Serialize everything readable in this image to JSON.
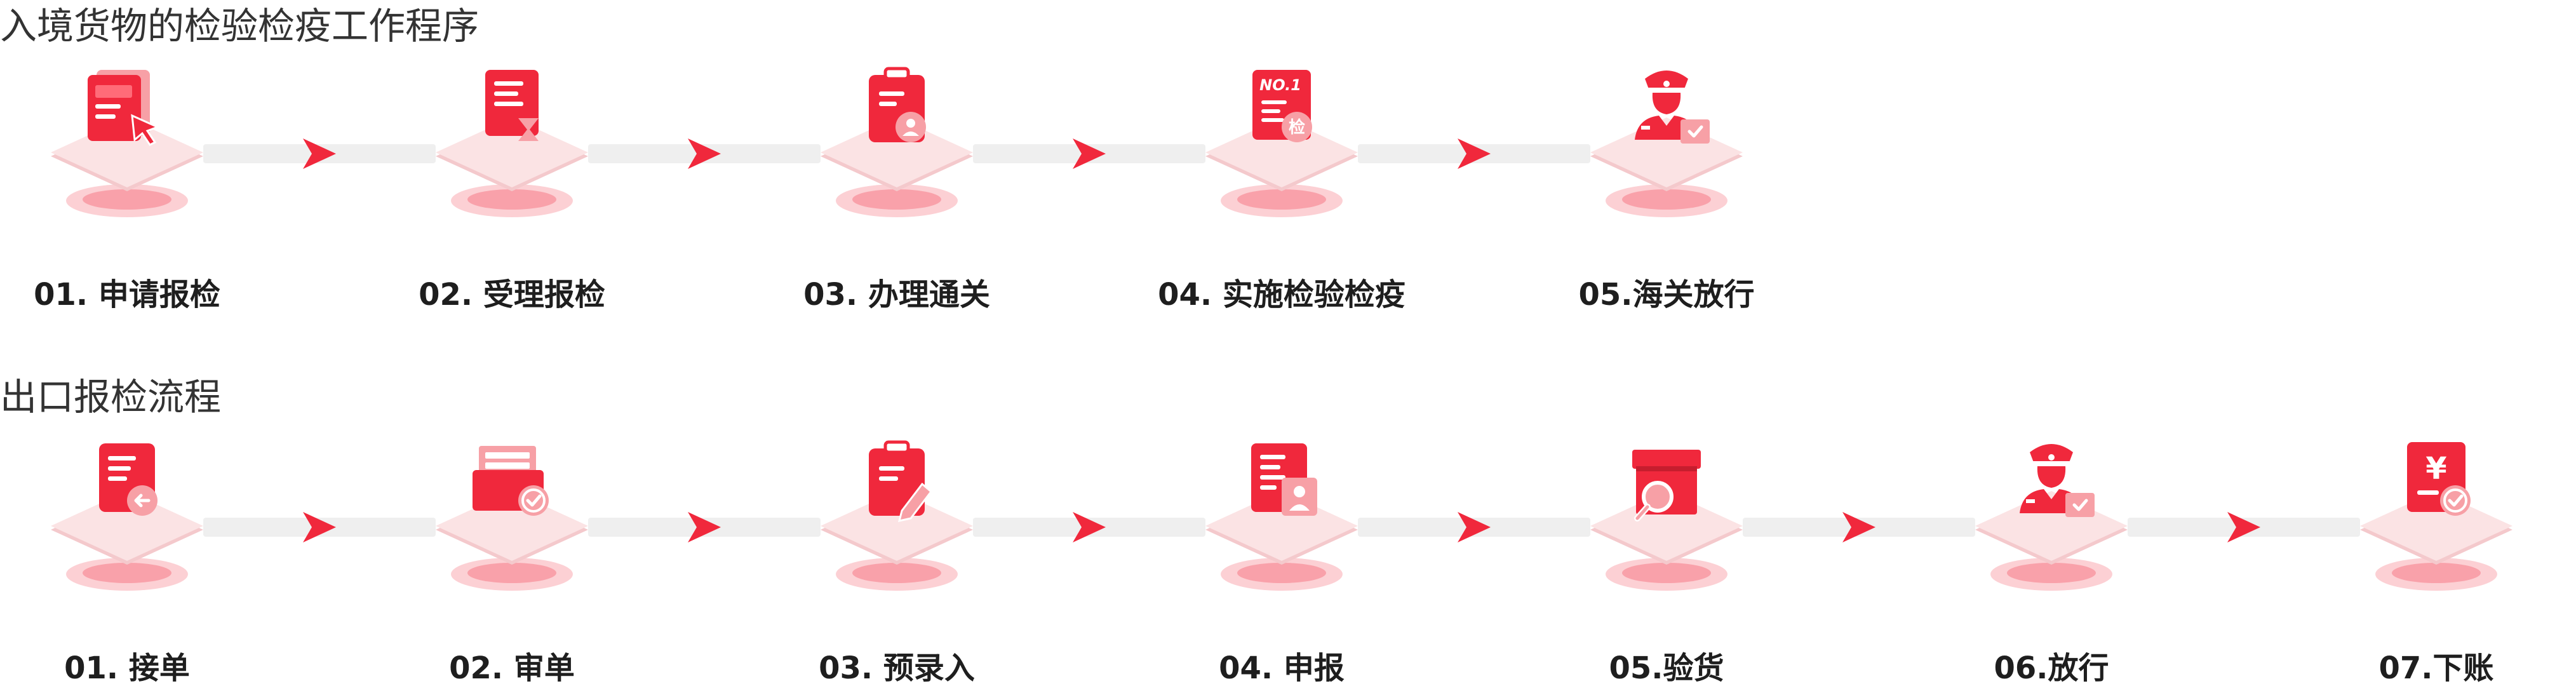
{
  "colors": {
    "accent": "#f0283c",
    "accent_light": "#f7a0a6",
    "platform": "#fbe3e4",
    "track": "#efefef",
    "title": "#333333",
    "label": "#1e1e1e"
  },
  "sections": [
    {
      "title": "入境货物的检验检疫工作程序",
      "steps": [
        {
          "label": "01. 申请报检",
          "icon": "document-pointer-icon"
        },
        {
          "label": "02. 受理报检",
          "icon": "document-hourglass-icon"
        },
        {
          "label": "03. 办理通关",
          "icon": "clipboard-person-icon"
        },
        {
          "label": "04. 实施检验检疫",
          "icon": "no1-inspection-document-icon"
        },
        {
          "label": "05.海关放行",
          "icon": "customs-officer-icon"
        }
      ]
    },
    {
      "title": "出口报检流程",
      "steps": [
        {
          "label": "01. 接单",
          "icon": "document-return-icon"
        },
        {
          "label": "02. 审单",
          "icon": "folder-check-icon"
        },
        {
          "label": "03. 预录入",
          "icon": "clipboard-pen-icon"
        },
        {
          "label": "04. 申报",
          "icon": "document-person-icon"
        },
        {
          "label": "05.验货",
          "icon": "box-magnifier-icon"
        },
        {
          "label": "06.放行",
          "icon": "customs-officer-icon"
        },
        {
          "label": "07.下账",
          "icon": "yen-document-check-icon"
        }
      ]
    }
  ],
  "icon_badges": {
    "no1": "NO.1",
    "inspect": "检",
    "yen": "¥"
  }
}
